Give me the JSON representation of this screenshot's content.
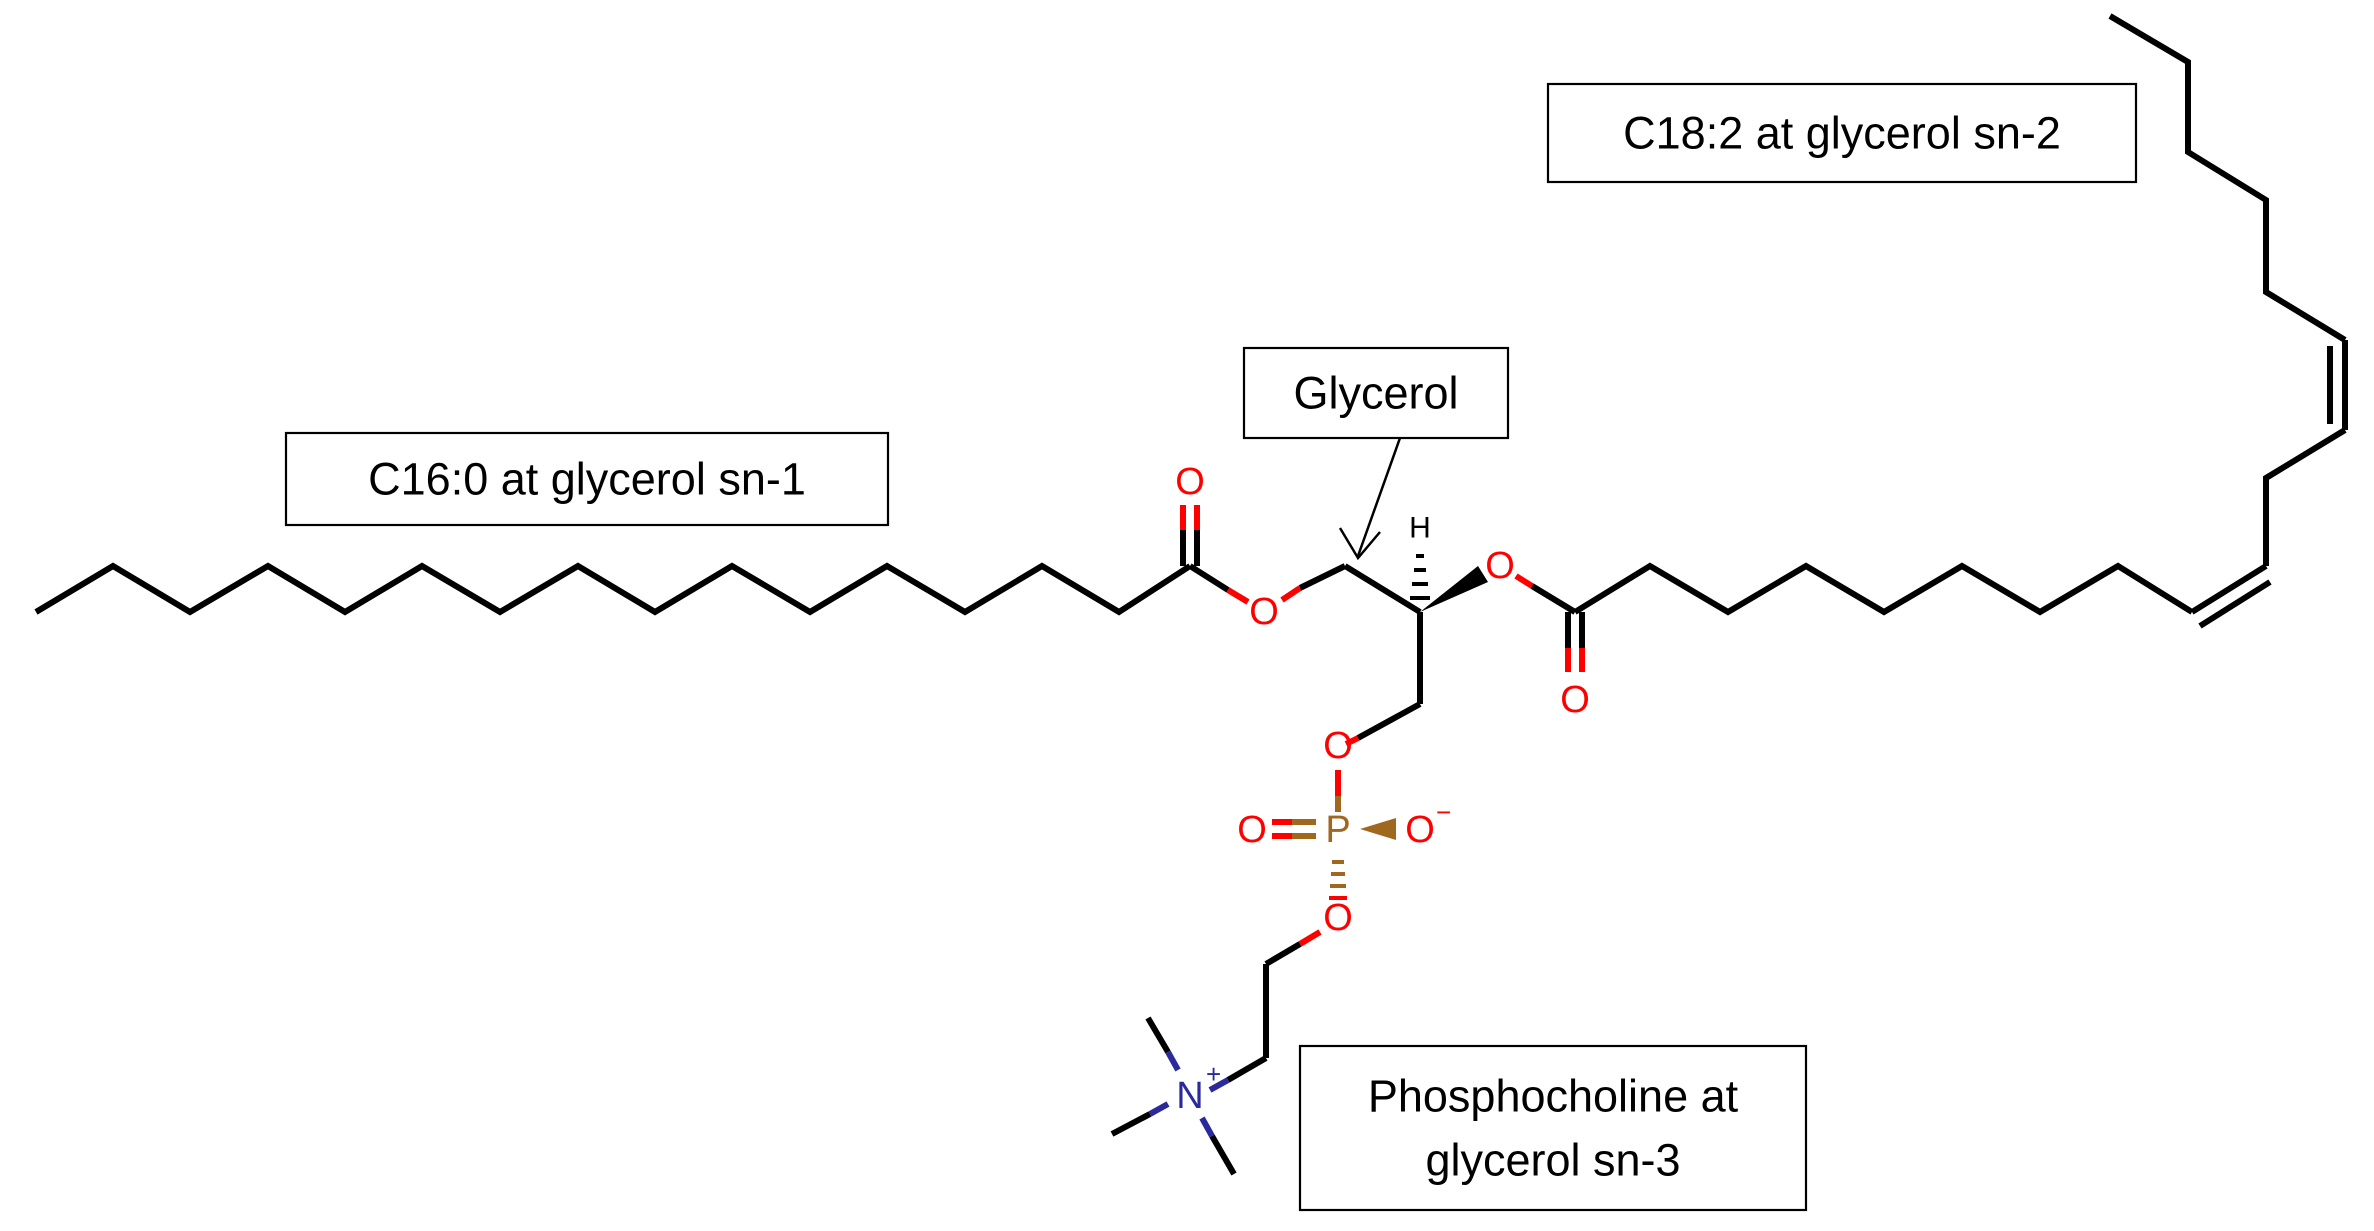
{
  "labels": {
    "c16": "C16:0 at glycerol sn-1",
    "c18": "C18:2 at glycerol sn-2",
    "glycerol": "Glycerol",
    "phosphocholine_line1": "Phosphocholine at",
    "phosphocholine_line2": "glycerol sn-3"
  },
  "atoms": {
    "oxygen": "O",
    "phosphorus": "P",
    "nitrogen": "N",
    "hydrogen": "H",
    "plus": "+",
    "minus": "−"
  },
  "colors": {
    "bond": "#000000",
    "oxygen": "#ff0000",
    "phosphorus": "#a0671f",
    "nitrogen": "#2a2a9a"
  }
}
